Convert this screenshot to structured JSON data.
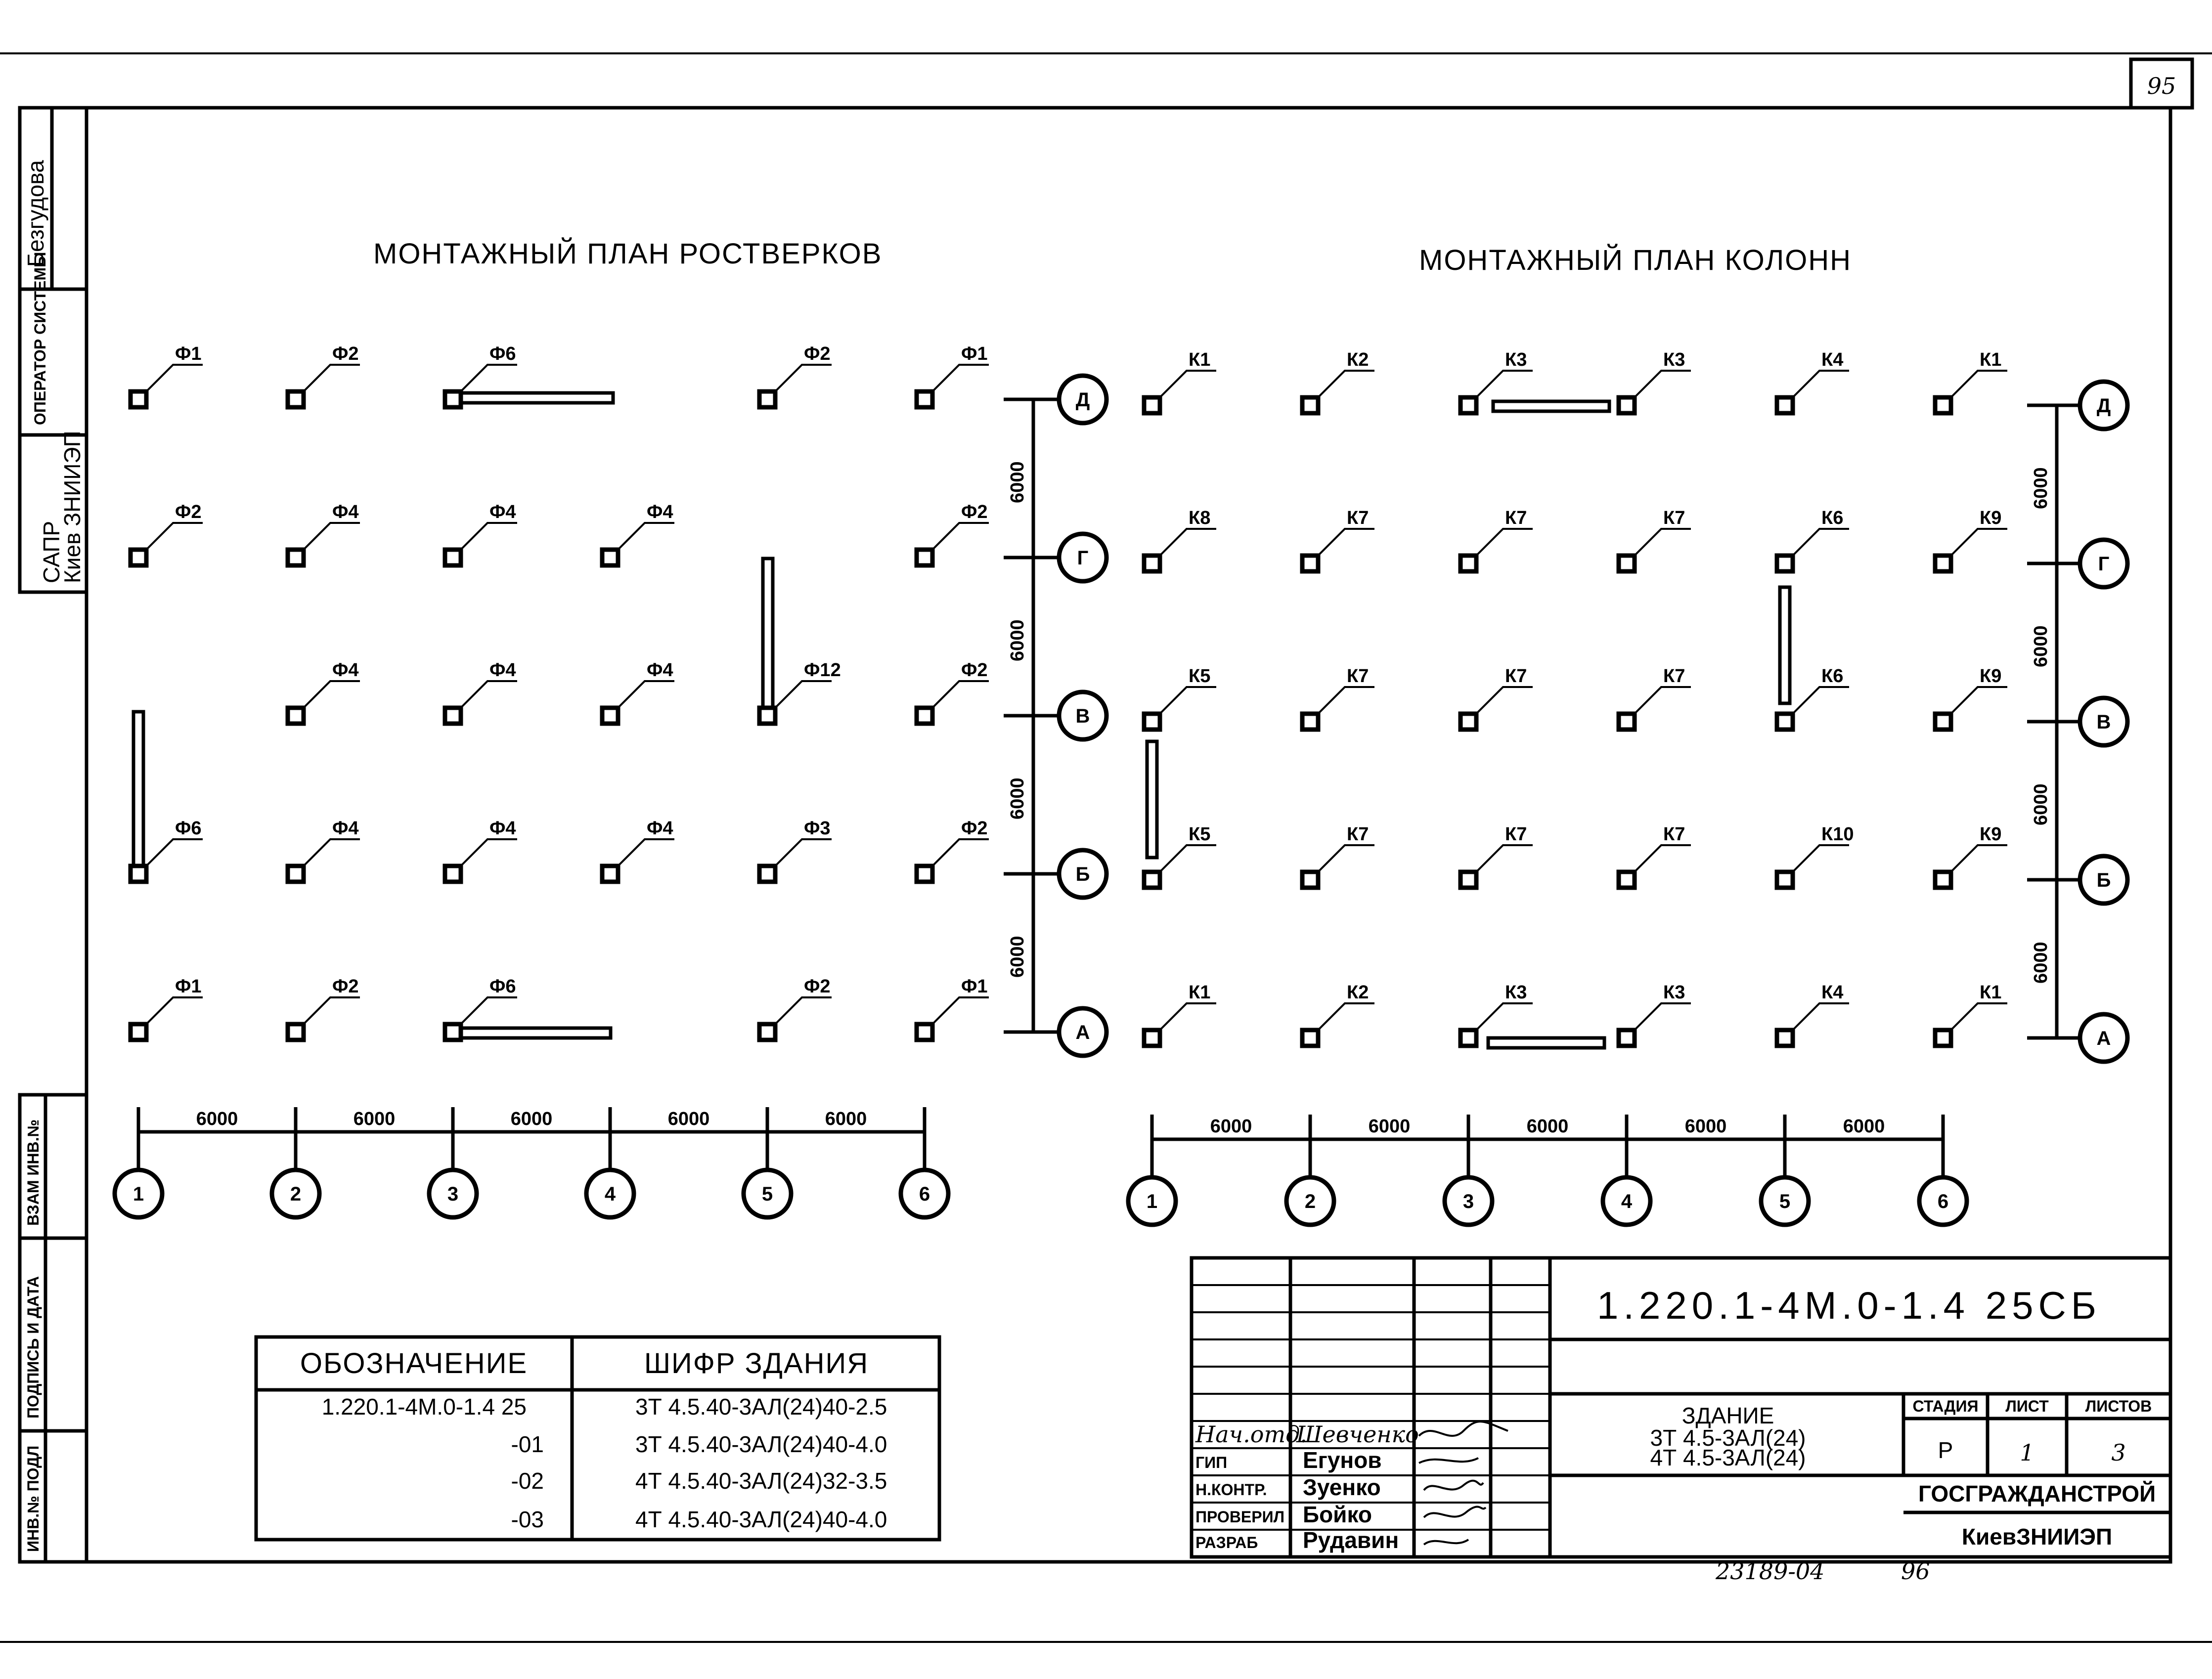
{
  "page_number": "95",
  "side_stamp": {
    "name": "Безгудова",
    "operator": "ОПЕРАТОР СИСТЕМЫ",
    "org_big": "САПР",
    "org_small": "Киев ЗНИИЭП",
    "vzam": "ВЗАМ ИНВ.№",
    "podpis": "ПОДПИСЬ И ДАТА",
    "inv": "ИНВ.№ ПОДЛ"
  },
  "plan_rostverk": {
    "title": "МОНТАЖНЫЙ ПЛАН РОСТВЕРКОВ",
    "rows": [
      [
        "Ф1",
        "Ф2",
        "Ф6",
        "",
        "Ф2",
        "Ф1"
      ],
      [
        "Ф2",
        "Ф4",
        "Ф4",
        "Ф4",
        "",
        "Ф2"
      ],
      [
        "",
        "Ф4",
        "Ф4",
        "Ф4",
        "Ф12",
        "Ф2"
      ],
      [
        "Ф6",
        "Ф4",
        "Ф4",
        "Ф4",
        "Ф3",
        "Ф2"
      ],
      [
        "Ф1",
        "Ф2",
        "Ф6",
        "",
        "Ф2",
        "Ф1"
      ]
    ]
  },
  "plan_kolonn": {
    "title": "МОНТАЖНЫЙ ПЛАН КОЛОНН",
    "rows": [
      [
        "К1",
        "К2",
        "К3",
        "К3",
        "К4",
        "К1"
      ],
      [
        "К8",
        "К7",
        "К7",
        "К7",
        "К6",
        "К9"
      ],
      [
        "К5",
        "К7",
        "К7",
        "К7",
        "К6",
        "К9"
      ],
      [
        "К5",
        "К7",
        "К7",
        "К7",
        "К10",
        "К9"
      ],
      [
        "К1",
        "К2",
        "К3",
        "К3",
        "К4",
        "К1"
      ]
    ]
  },
  "axes_rows": [
    "Д",
    "Г",
    "В",
    "Б",
    "А"
  ],
  "axes_cols": [
    "1",
    "2",
    "3",
    "4",
    "5",
    "6"
  ],
  "dimension": "6000",
  "table": {
    "headers": [
      "ОБОЗНАЧЕНИЕ",
      "ШИФР ЗДАНИЯ"
    ],
    "rows": [
      [
        "1.220.1-4М.0-1.4 25",
        "3Т 4.5.40-3АЛ(24)40-2.5"
      ],
      [
        "-01",
        "3Т 4.5.40-3АЛ(24)40-4.0"
      ],
      [
        "-02",
        "4Т 4.5.40-3АЛ(24)32-3.5"
      ],
      [
        "-03",
        "4Т 4.5.40-3АЛ(24)40-4.0"
      ]
    ]
  },
  "titleblock": {
    "code": "1.220.1-4М.0-1.4 25СБ",
    "building_title": "ЗДАНИЕ",
    "building_line1": "3Т 4.5-3АЛ(24)",
    "building_line2": "4Т 4.5-3АЛ(24)",
    "stage_label": "СТАДИЯ",
    "sheet_label": "ЛИСТ",
    "sheets_label": "ЛИСТОВ",
    "stage": "Р",
    "sheet": "1",
    "sheets": "3",
    "org1": "ГОСГРАЖДАНСТРОЙ",
    "org2": "КиевЗНИИЭП",
    "roles": [
      "Нач.отд.",
      "ГИП",
      "Н.КОНТР.",
      "ПРОВЕРИЛ",
      "РАЗРАБ"
    ],
    "names": [
      "Шевченко",
      "Егунов",
      "Зуенко",
      "Бойко",
      "Рудавин"
    ]
  },
  "bottom_number": "23189-04",
  "bottom_page": "96"
}
